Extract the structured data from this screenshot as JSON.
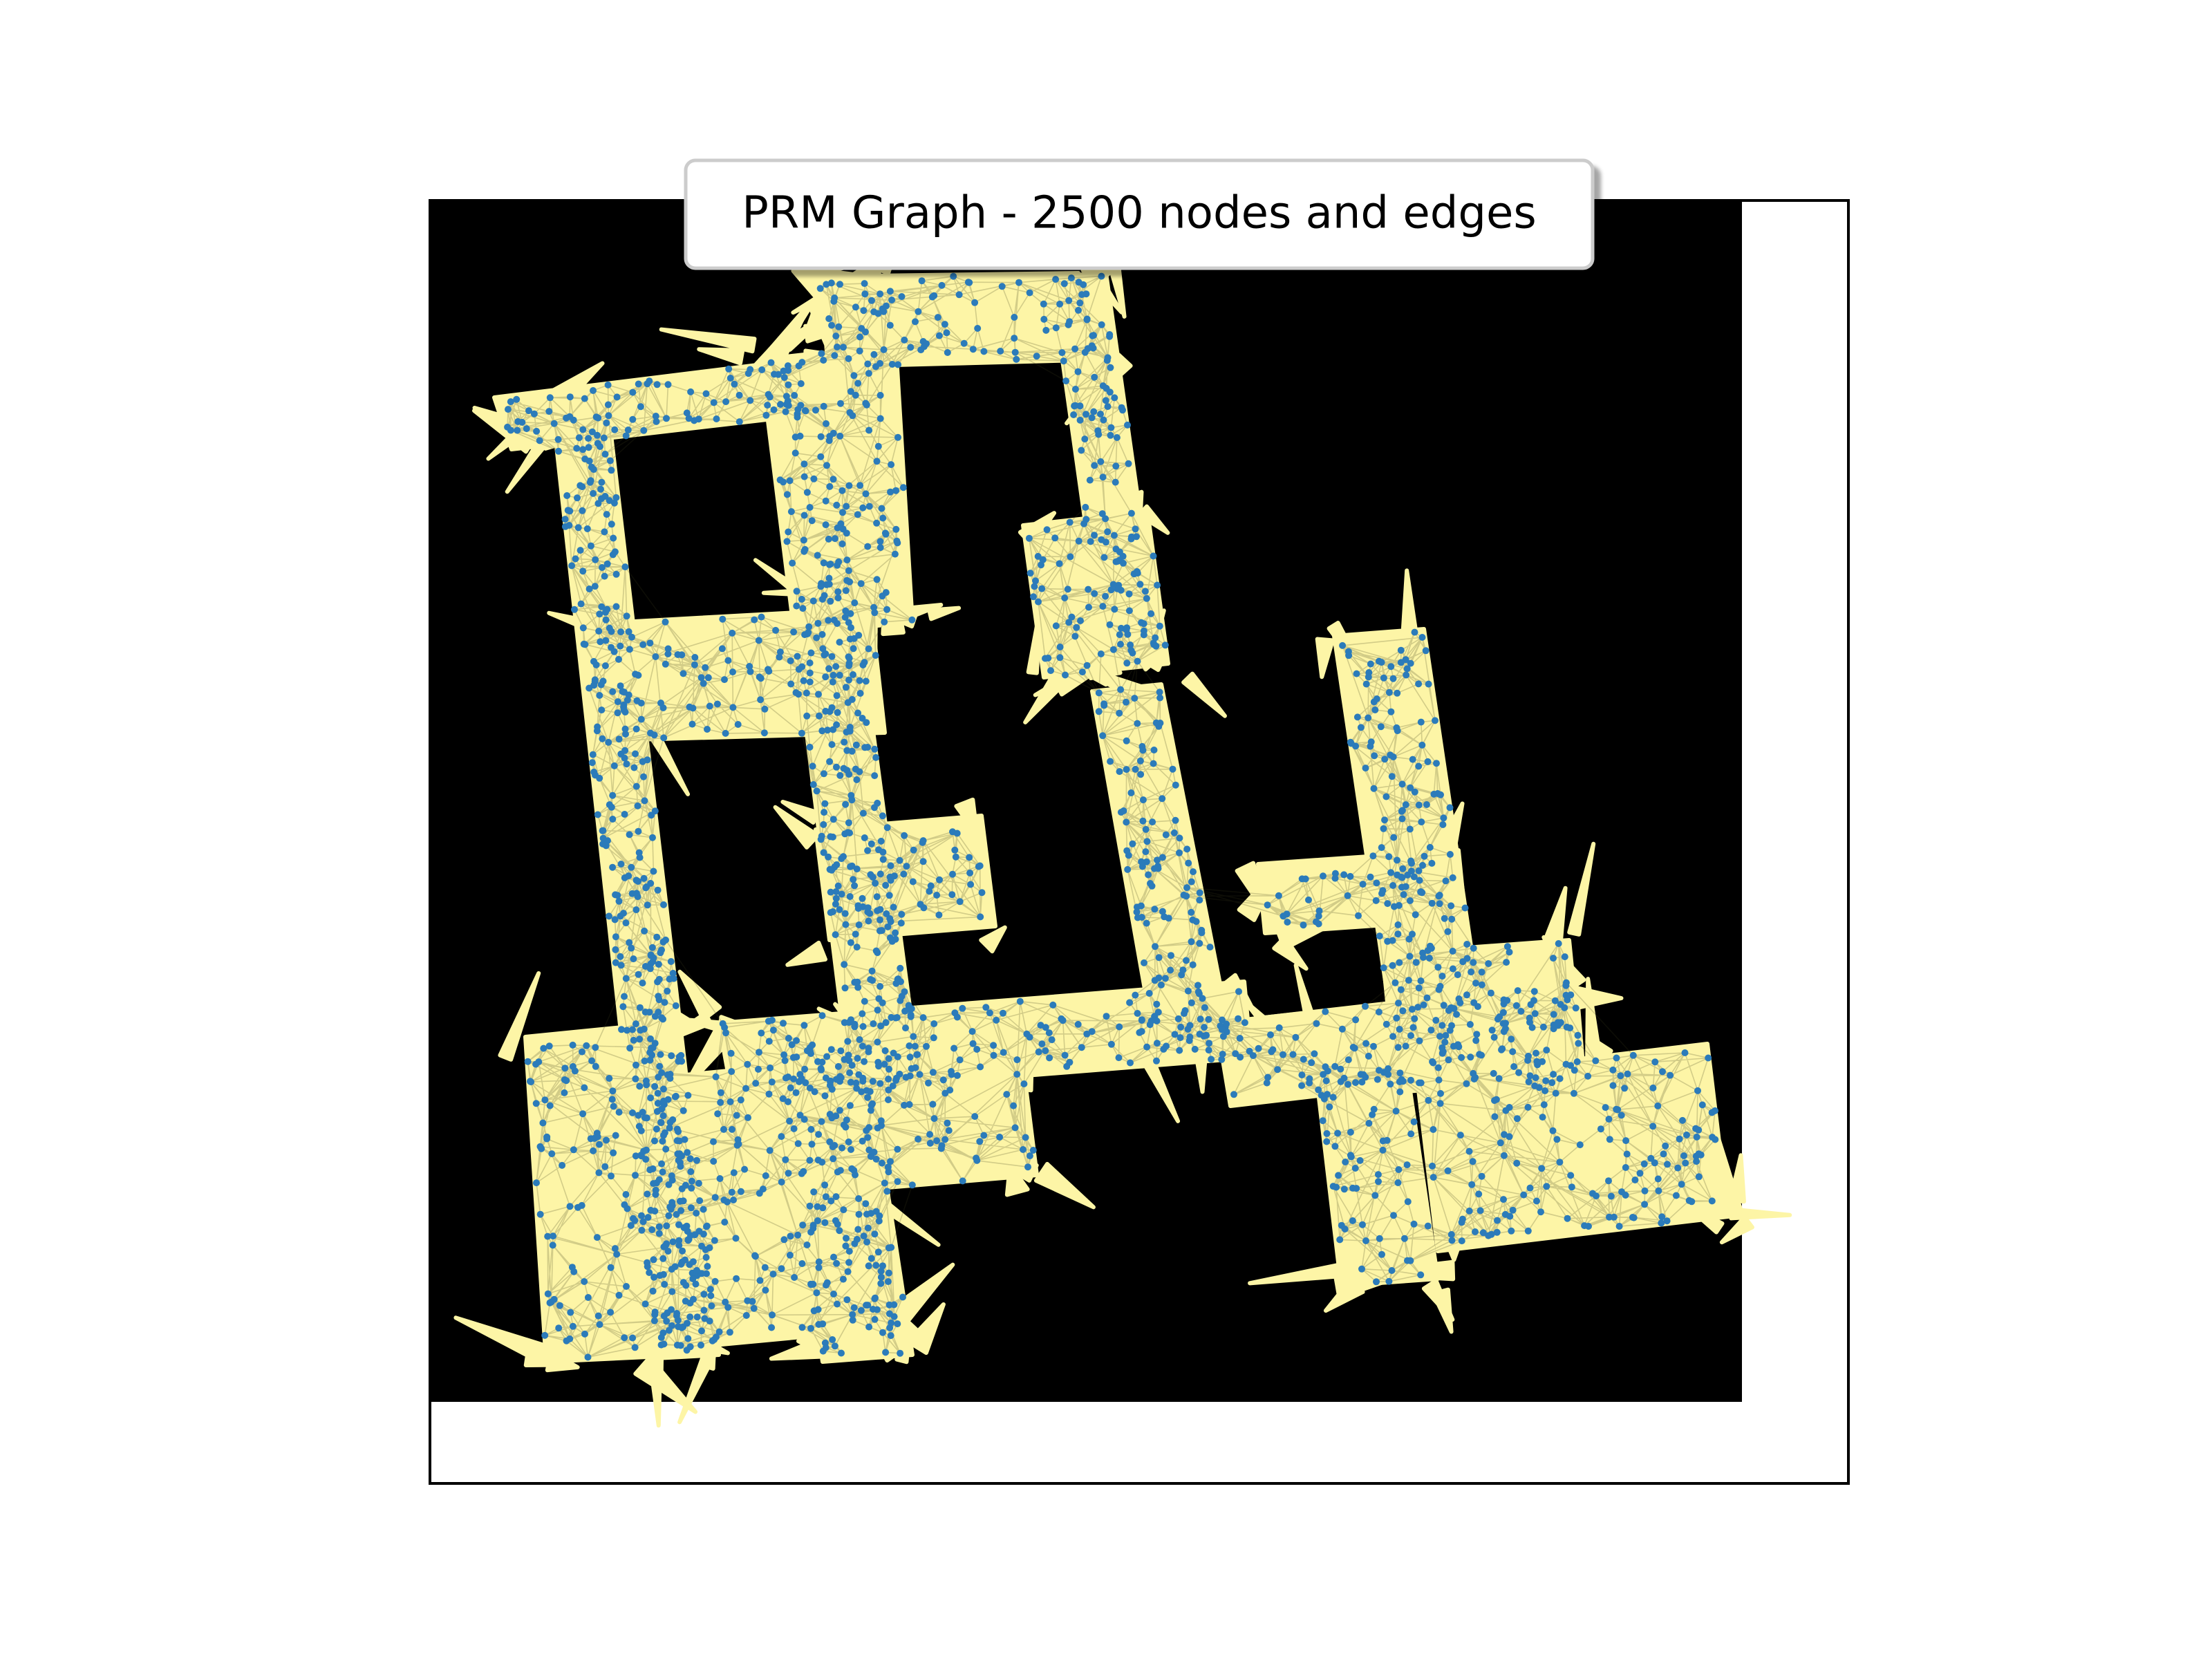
{
  "chart_data": {
    "type": "scatter",
    "title": "PRM Graph - 2500 nodes and edges",
    "xlabel": "",
    "ylabel": "",
    "grid": false,
    "legend": "none",
    "axes_visible": false,
    "node_count": 2500,
    "colors": {
      "background": "#000000",
      "free_space": "#fdf5a6",
      "edges": "#3b3a1c",
      "nodes": "#2b7bba",
      "frame": "#000000"
    }
  }
}
